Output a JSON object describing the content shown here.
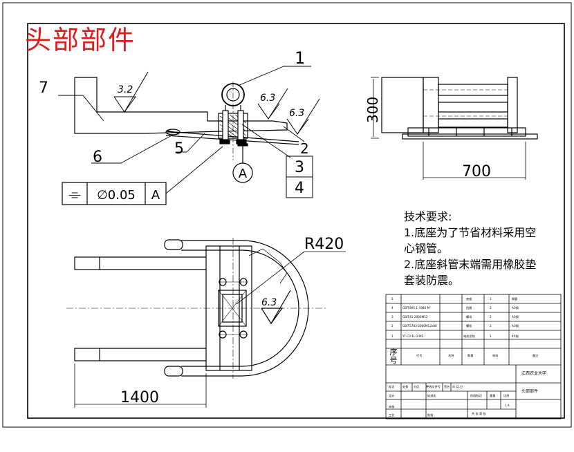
{
  "header_title": "头部部件",
  "callouts": {
    "c1": "1",
    "c2": "2",
    "c3": "3",
    "c4": "4",
    "c5": "5",
    "c6": "6",
    "c7": "7"
  },
  "roughness": {
    "r1": "3.2",
    "r2": "6.3",
    "r3": "6.3",
    "r4": "6.3"
  },
  "tolerance_frame": {
    "symbol": "⌯",
    "value": "∅0.05",
    "datum": "A"
  },
  "datum_label": "A",
  "dimensions": {
    "side_height": "300",
    "side_width": "700",
    "radius": "R420",
    "plan_length": "1400"
  },
  "tech_notes": {
    "heading": "技术要求:",
    "line1": "1.底座为了节省材料采用空",
    "line2": "心钢管。",
    "line3": "2.底座斜管末端需用橡胶垫",
    "line4": "套装防震。"
  },
  "title_block": {
    "rows": [
      {
        "seq": "5",
        "code": "",
        "name": "底座",
        "qty": "1",
        "material": "钢管",
        "note": ""
      },
      {
        "seq": "4",
        "code": "GB/T895.1-1986 M",
        "name": "挡圈",
        "qty": "2",
        "material": "A3钢",
        "note": ""
      },
      {
        "seq": "3",
        "code": "GB/T41-2000M12",
        "name": "螺母",
        "qty": "2",
        "material": "A3钢",
        "note": ""
      },
      {
        "seq": "2",
        "code": "GB/T5783-2000M12x80",
        "name": "螺栓",
        "qty": "2",
        "material": "A3钢",
        "note": ""
      },
      {
        "seq": "1",
        "code": "YT-C0-1L-2-M2",
        "name": "电机吊钩",
        "qty": "1",
        "material": "45钢",
        "note": ""
      }
    ],
    "header": {
      "seq": "序号",
      "code": "代号",
      "name": "名称",
      "qty": "数量",
      "material": "材料",
      "note": "备注"
    },
    "school": "江西农业大学",
    "drawing_name": "头部部件",
    "small_labels": [
      "标记",
      "处数",
      "分区",
      "更改文件号",
      "签名",
      "年.月.日",
      "设计",
      "标准化",
      "审核",
      "工艺",
      "批准",
      "阶段标记",
      "重量",
      "比例",
      "共 张 第 张",
      "1:4"
    ]
  }
}
